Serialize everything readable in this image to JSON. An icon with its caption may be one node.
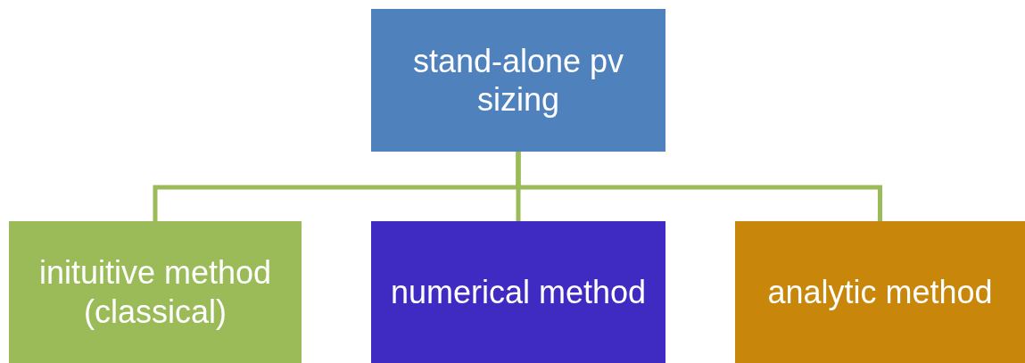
{
  "diagram": {
    "nodes": [
      {
        "text": [
          "stand-alone pv sizing"
        ]
      },
      {
        "text": [
          "inituitive method (classical)"
        ]
      },
      {
        "text": [
          "numerical method"
        ]
      },
      {
        "text": [
          "analytic method"
        ]
      }
    ],
    "edges": [
      {
        "from": 0,
        "to": 1,
        "arrow": "none"
      },
      {
        "from": 0,
        "to": 2,
        "arrow": "none"
      },
      {
        "from": 0,
        "to": 3,
        "arrow": "none"
      }
    ]
  }
}
